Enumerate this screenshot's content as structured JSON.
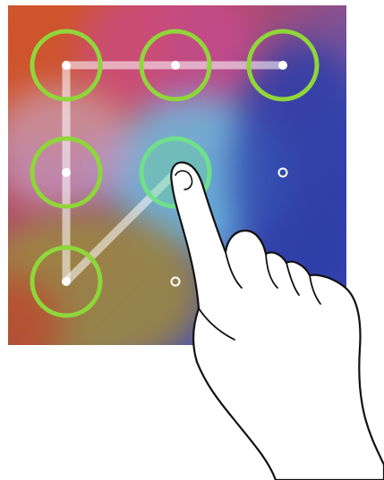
{
  "screen": {
    "name": "pattern-lock-screen",
    "grid": "3x3",
    "pattern": [
      2,
      1,
      0,
      3,
      6,
      4
    ],
    "active_node": 4,
    "colors": {
      "ring": "#8fd63a",
      "ring_active": "#6fe08a",
      "line": "#ffffff",
      "dot": "#ffffff"
    }
  }
}
